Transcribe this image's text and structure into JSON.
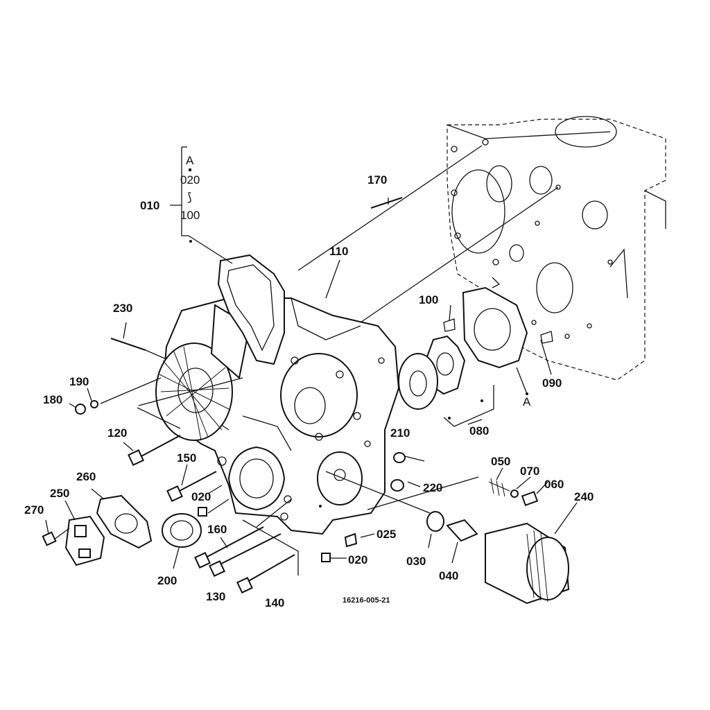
{
  "labels": {
    "p010": "010",
    "p020a": "020",
    "p020b": "020",
    "p025": "025",
    "p030": "030",
    "p040": "040",
    "p050": "050",
    "p060": "060",
    "p070": "070",
    "p080": "080",
    "p090": "090",
    "p100": "100",
    "p110": "110",
    "p120": "120",
    "p130": "130",
    "p140": "140",
    "p150": "150",
    "p160": "160",
    "p170": "170",
    "p180": "180",
    "p190": "190",
    "p200": "200",
    "p210": "210",
    "p220": "220",
    "p230": "230",
    "p240": "240",
    "p250": "250",
    "p260": "260",
    "p270": "270"
  },
  "bracket": {
    "top": "A",
    "from": "020",
    "tilde": "⟆",
    "to": "100"
  },
  "refA": "A",
  "figure_code": "16216-005-21"
}
